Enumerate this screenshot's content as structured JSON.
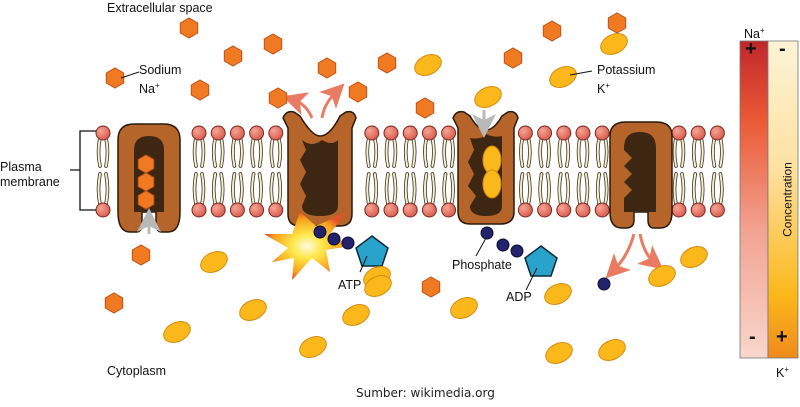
{
  "labels": {
    "extracellular": "Extracellular space",
    "cytoplasm": "Cytoplasm",
    "sodium_name": "Sodium",
    "sodium_symbol": "Na",
    "potassium_name": "Potassium",
    "potassium_symbol": "K",
    "plus_sup": "+",
    "plasma_membrane_line1": "Plasma",
    "plasma_membrane_line2": "membrane",
    "atp": "ATP",
    "adp": "ADP",
    "phosphate": "Phosphate"
  },
  "gradient_bar": {
    "top_label_symbol": "Na",
    "bottom_label_symbol": "K",
    "sup": "+",
    "axis_label": "Concentration",
    "na_top_sign": "+",
    "na_bottom_sign": "-",
    "k_top_sign": "-",
    "k_bottom_sign": "+",
    "na_color_high": "#c0262b",
    "na_color_low": "#f7d3c8",
    "k_color_low": "#fdf1d2",
    "k_color_high": "#f08a1c"
  },
  "colors": {
    "sodium": "#f07a21",
    "potassium": "#fbb81b",
    "protein": "#b5652a",
    "protein_channel": "#3d2612",
    "lipid_head": "#e06c5e",
    "phosphate": "#23236b",
    "atp_base": "#2aa3cc"
  },
  "credit": {
    "prefix": "Sumber: ",
    "source": "wikimedia.org"
  }
}
